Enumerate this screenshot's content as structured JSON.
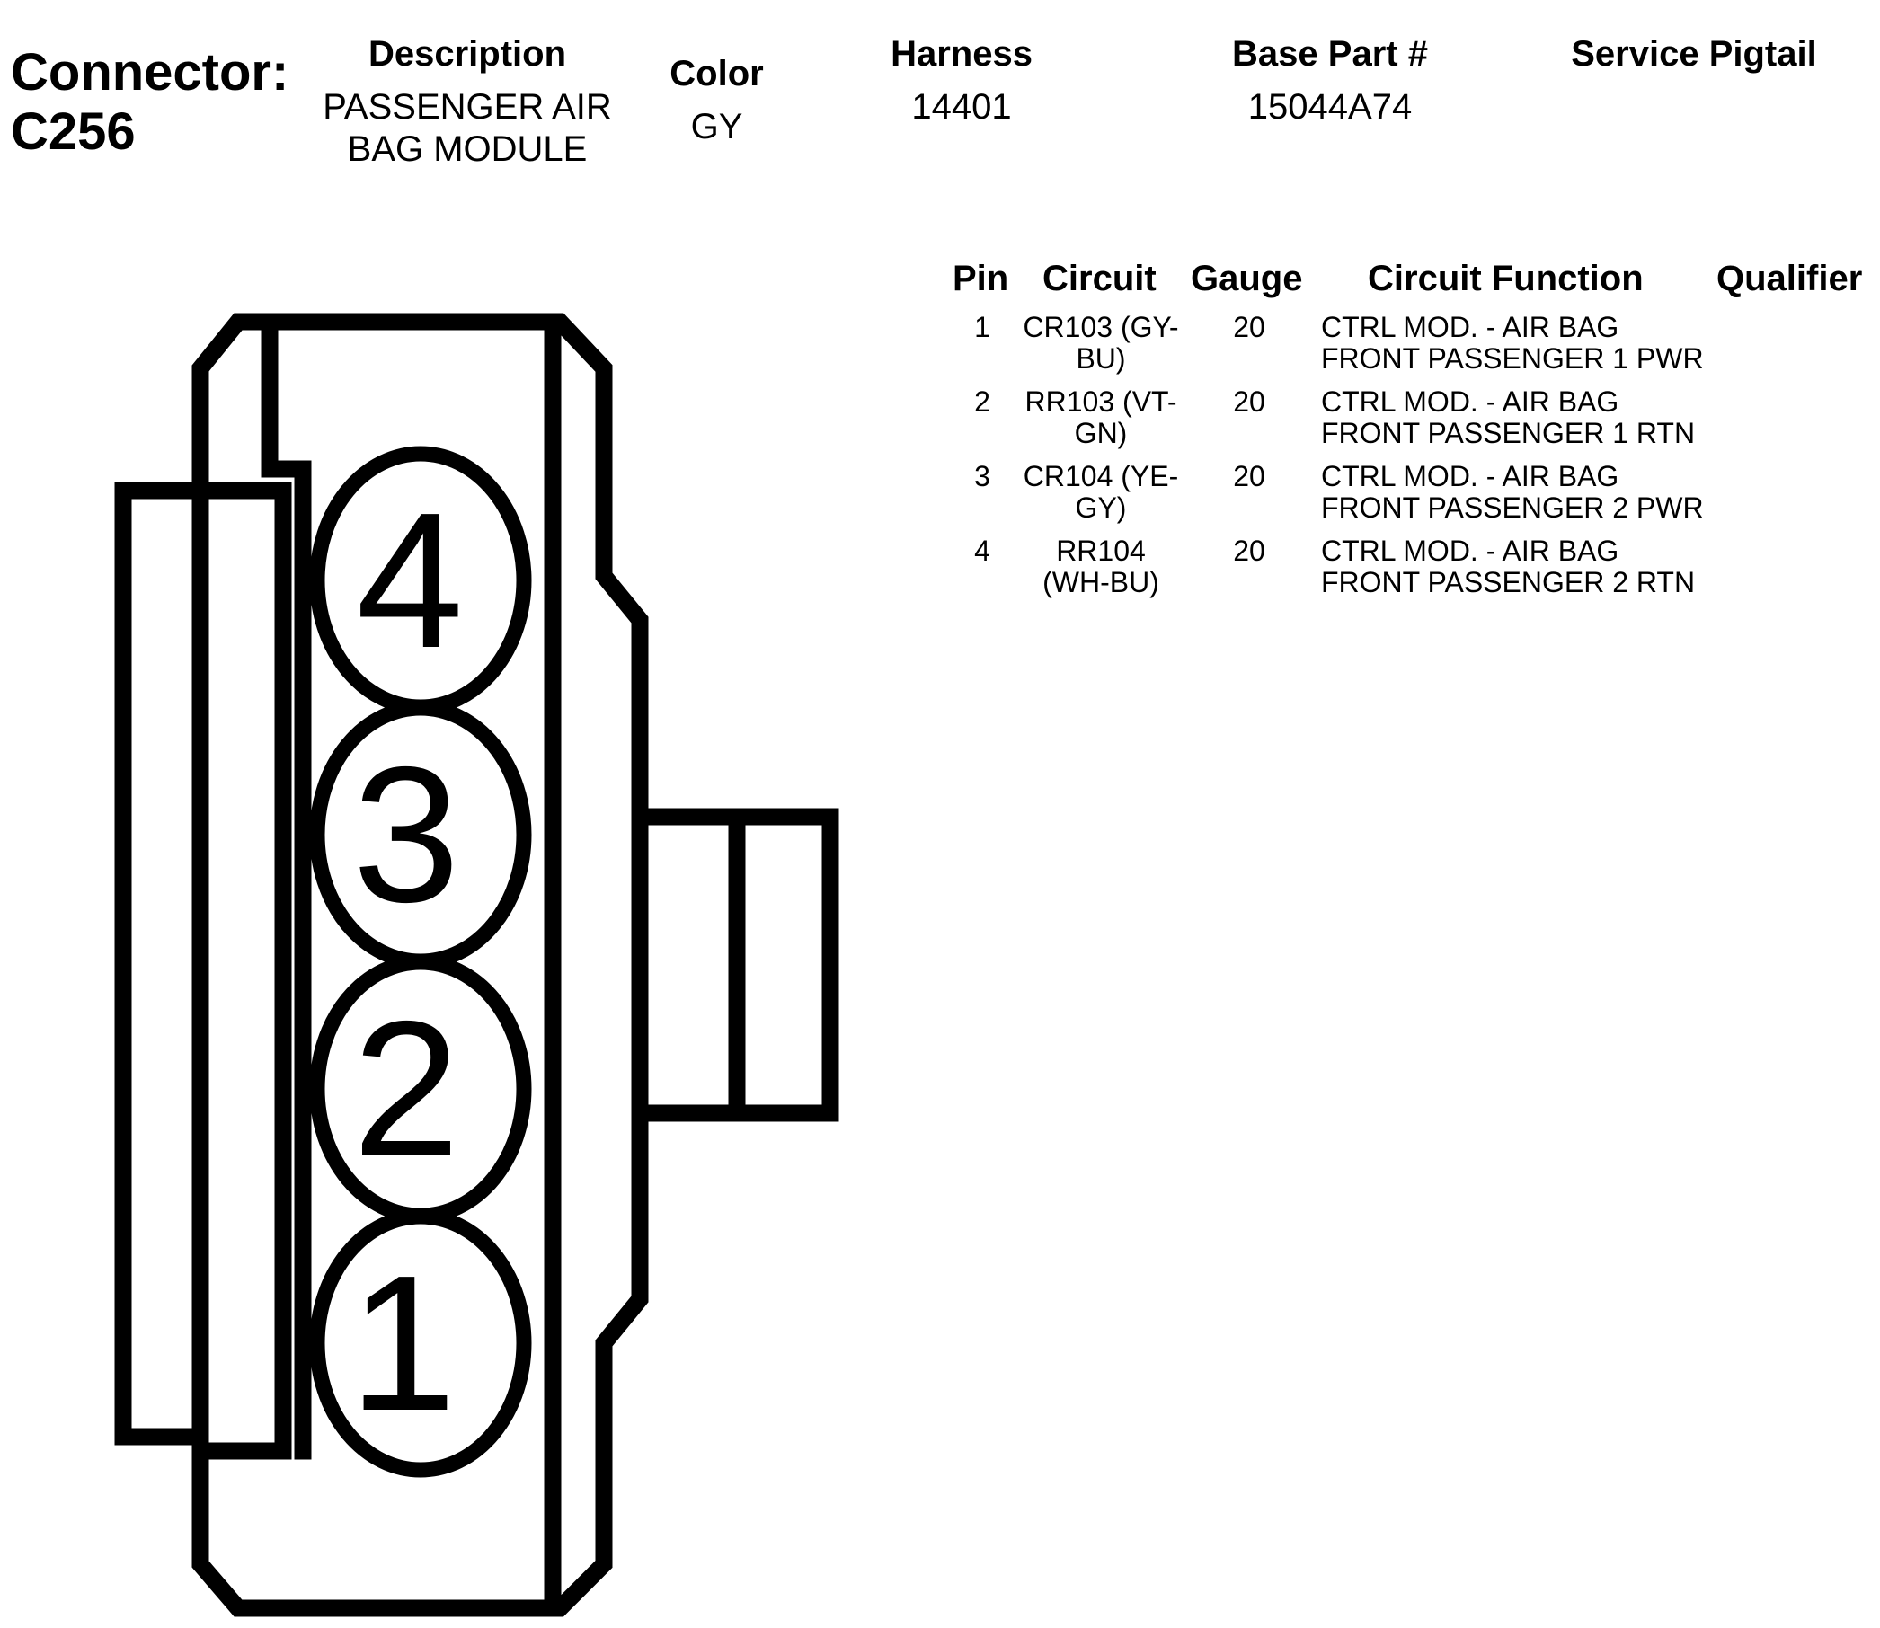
{
  "connector": {
    "label_line1": "Connector:",
    "label_line2": "C256"
  },
  "header": {
    "description_label": "Description",
    "description_line1": "PASSENGER AIR",
    "description_line2": "BAG MODULE",
    "color_label": "Color",
    "color_value": "GY",
    "harness_label": "Harness",
    "harness_value": "14401",
    "base_part_label": "Base Part #",
    "base_part_value": "15044A74",
    "service_pigtail_label": "Service Pigtail"
  },
  "table": {
    "columns": [
      "Pin",
      "Circuit",
      "Gauge",
      "Circuit Function",
      "Qualifier"
    ],
    "rows": [
      {
        "pin": "1",
        "circuit_l1": "CR103 (GY-",
        "circuit_l2": "BU)",
        "gauge": "20",
        "func_l1": "CTRL MOD. - AIR BAG",
        "func_l2": "FRONT PASSENGER 1 PWR"
      },
      {
        "pin": "2",
        "circuit_l1": "RR103 (VT-",
        "circuit_l2": "GN)",
        "gauge": "20",
        "func_l1": "CTRL MOD. - AIR BAG",
        "func_l2": "FRONT PASSENGER 1 RTN"
      },
      {
        "pin": "3",
        "circuit_l1": "CR104 (YE-",
        "circuit_l2": "GY)",
        "gauge": "20",
        "func_l1": "CTRL MOD. - AIR BAG",
        "func_l2": "FRONT PASSENGER 2 PWR"
      },
      {
        "pin": "4",
        "circuit_l1": "RR104",
        "circuit_l2": "(WH-BU)",
        "gauge": "20",
        "func_l1": "CTRL MOD. - AIR BAG",
        "func_l2": "FRONT PASSENGER 2 RTN"
      }
    ]
  },
  "diagram": {
    "pin_labels": [
      "4",
      "3",
      "2",
      "1"
    ]
  }
}
